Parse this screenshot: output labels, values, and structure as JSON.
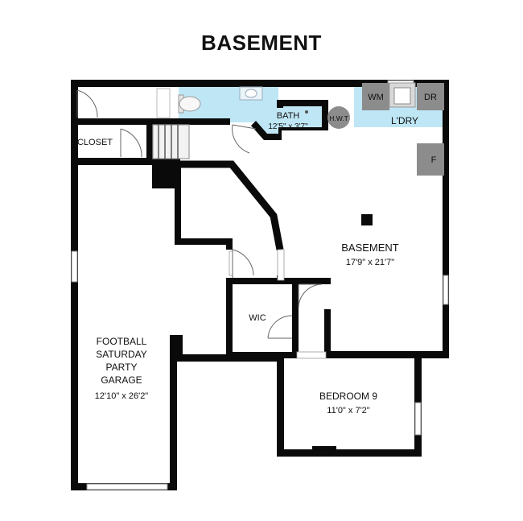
{
  "title": "BASEMENT",
  "colors": {
    "wall": "#0a0a0a",
    "wet_area": "#bfe6f5",
    "fixture": "#8c8c8c",
    "fixture_light": "#d9d9d9",
    "background": "#ffffff"
  },
  "rooms": {
    "bath": {
      "name": "BATH",
      "size": "12'5\" x 3'7\""
    },
    "laundry": {
      "name": "L'DRY"
    },
    "basement": {
      "name": "BASEMENT",
      "size": "17'9\" x 21'7\""
    },
    "garage": {
      "name_lines": [
        "FOOTBALL",
        "SATURDAY",
        "PARTY",
        "GARAGE"
      ],
      "size": "12'10\" x 26'2\""
    },
    "bedroom": {
      "name": "BEDROOM 9",
      "size": "11'0\" x 7'2\""
    },
    "closet": {
      "name": "CLOSET"
    },
    "wic": {
      "name": "WIC"
    }
  },
  "fixtures": {
    "washer": "WM",
    "dryer": "DR",
    "water_heater": "H.W.T",
    "furnace": "F"
  },
  "icons": [
    "door-swing-icon",
    "toilet-icon",
    "sink-icon",
    "stairs-icon",
    "window-icon"
  ]
}
